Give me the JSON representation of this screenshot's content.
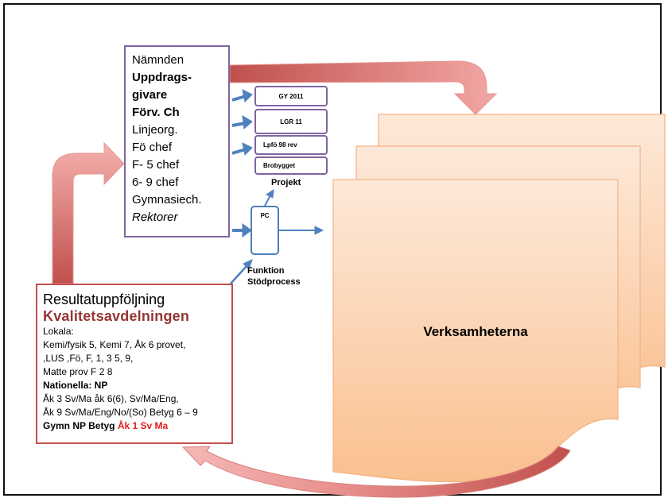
{
  "organization_box": {
    "lines": [
      {
        "text": "Nämnden",
        "style": "normal"
      },
      {
        "text": "Uppdrags-",
        "style": "bold"
      },
      {
        "text": "givare",
        "style": "bold"
      },
      {
        "text": "Förv. Ch",
        "style": "bold"
      },
      {
        "text": "Linjeorg.",
        "style": "normal"
      },
      {
        "text": "Fö chef",
        "style": "normal"
      },
      {
        "text": "F- 5 chef",
        "style": "normal"
      },
      {
        "text": "6- 9 chef",
        "style": "normal"
      },
      {
        "text": "Gymnasiech.",
        "style": "normal"
      },
      {
        "text": "Rektorer",
        "style": "italic"
      }
    ]
  },
  "project_boxes": [
    {
      "label": "GY 2011"
    },
    {
      "label": "LGR  11"
    },
    {
      "label": "Lpfö 98 rev"
    },
    {
      "label": "Brobygget"
    }
  ],
  "project_caption": "Projekt",
  "support": {
    "box_label": "PC",
    "caption_line1": "Funktion",
    "caption_line2": "Stödprocess"
  },
  "results_box": {
    "title": "Resultatuppföljning",
    "department": "Kvalitetsavdelningen",
    "local_heading": "Lokala:",
    "local_line1": " Kemi/fysik 5, Kemi 7, Åk 6 provet,",
    "local_line2": ",LUS ,Fö, F, 1, 3 5, 9,",
    "local_line3": " Matte prov F  2  8",
    "national_heading": "Nationella: NP",
    "national_line1": "Åk 3 Sv/Ma åk 6(6),  Sv/Ma/Eng,",
    "national_line2": "Åk 9  Sv/Ma/Eng/No/(So) Betyg 6 – 9",
    "gymn_label": "Gymn  NP  Betyg ",
    "gymn_highlight": "Åk 1 Sv Ma"
  },
  "operations_label": "Verksamheterna",
  "colors": {
    "purple_border": "#8064a2",
    "red_border": "#c0504d",
    "department_text": "#943634",
    "highlight_red": "#e0201a",
    "blue_arrow": "#4f81bd",
    "doc_fill": "#fbd5b5"
  }
}
